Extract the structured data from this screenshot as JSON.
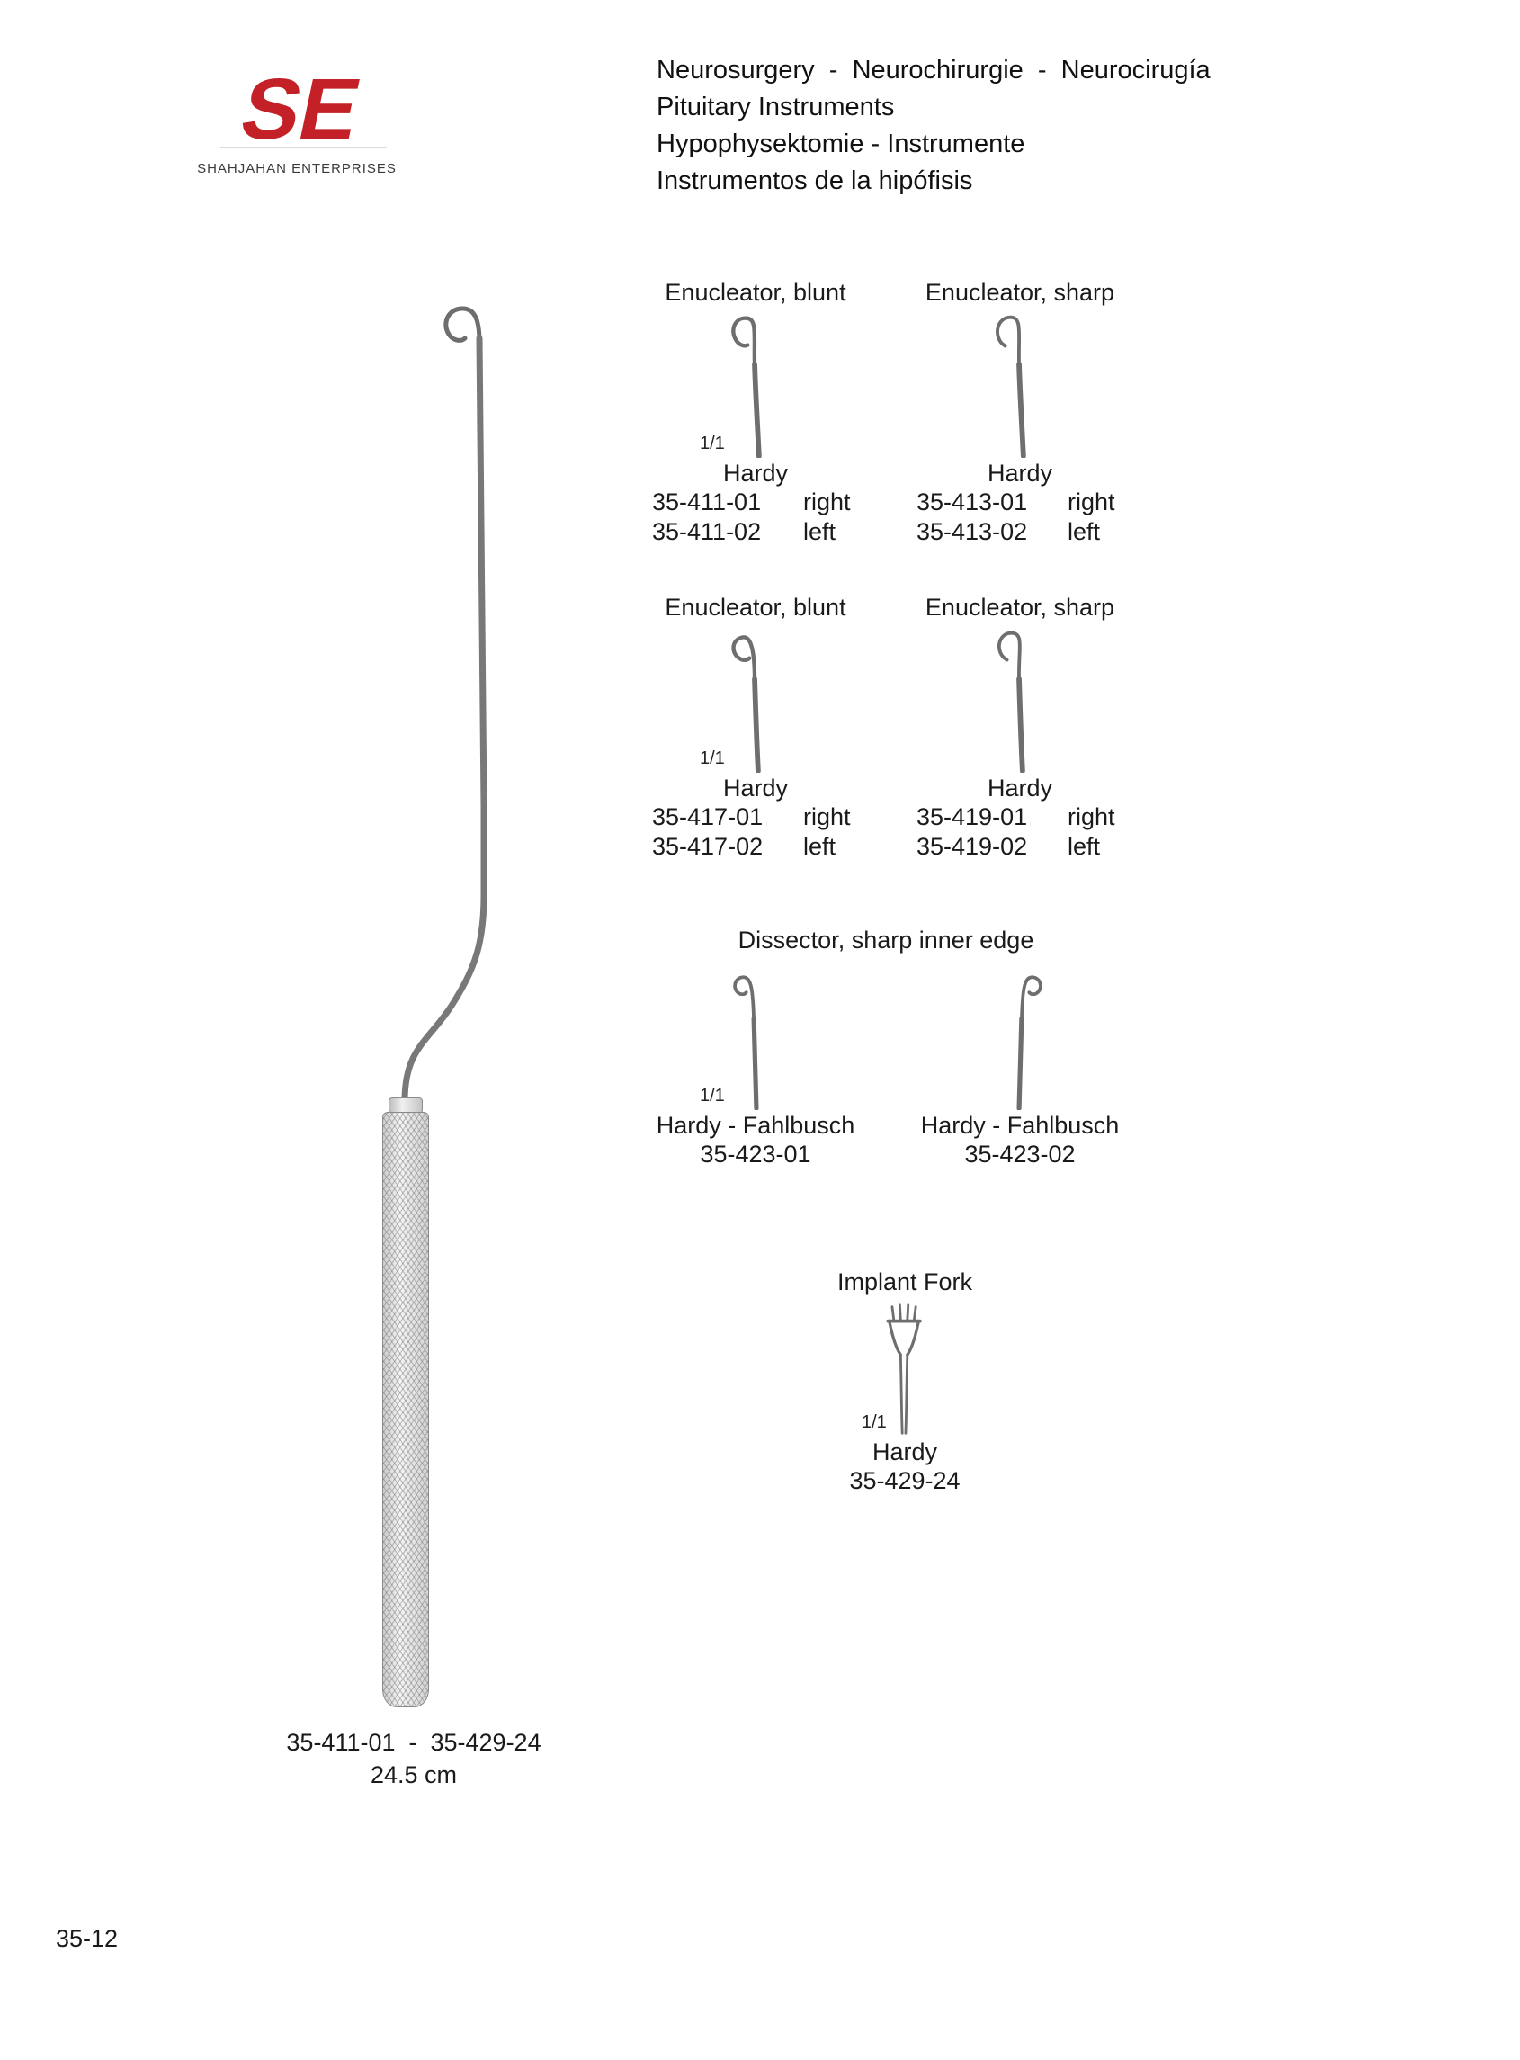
{
  "logo": {
    "monogram": "SE",
    "company": "SHAHJAHAN ENTERPRISES",
    "color": "#c32027"
  },
  "header": {
    "lines": [
      "Neurosurgery  -  Neurochirurgie  -  Neurocirugía",
      "Pituitary Instruments",
      "Hypophysektomie - Instrumente",
      "Instrumentos de la hipófisis"
    ]
  },
  "products": [
    {
      "title": "Enucleator, blunt",
      "scale": "1/1",
      "pattern": "Hardy",
      "items": [
        {
          "code": "35-411-01",
          "side": "right"
        },
        {
          "code": "35-411-02",
          "side": "left"
        }
      ]
    },
    {
      "title": "Enucleator, sharp",
      "pattern": "Hardy",
      "items": [
        {
          "code": "35-413-01",
          "side": "right"
        },
        {
          "code": "35-413-02",
          "side": "left"
        }
      ]
    },
    {
      "title": "Enucleator, blunt",
      "scale": "1/1",
      "pattern": "Hardy",
      "items": [
        {
          "code": "35-417-01",
          "side": "right"
        },
        {
          "code": "35-417-02",
          "side": "left"
        }
      ]
    },
    {
      "title": "Enucleator, sharp",
      "pattern": "Hardy",
      "items": [
        {
          "code": "35-419-01",
          "side": "right"
        },
        {
          "code": "35-419-02",
          "side": "left"
        }
      ]
    },
    {
      "title": "Dissector, sharp inner edge",
      "left": {
        "scale": "1/1",
        "pattern": "Hardy - Fahlbusch",
        "code": "35-423-01"
      },
      "right": {
        "pattern": "Hardy - Fahlbusch",
        "code": "35-423-02"
      }
    },
    {
      "title": "Implant Fork",
      "scale": "1/1",
      "pattern": "Hardy",
      "code": "35-429-24"
    }
  ],
  "main_instrument": {
    "range": "35-411-01  -  35-429-24",
    "length": "24.5 cm"
  },
  "footer": {
    "page_number": "35-12"
  }
}
